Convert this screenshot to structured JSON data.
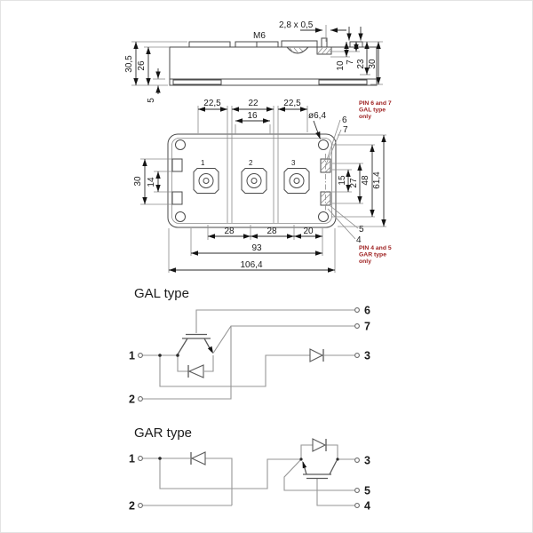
{
  "side_view": {
    "m6_label": "M6",
    "tab_dim": "2,8 x 0,5",
    "h305": "30,5",
    "h26": "26",
    "h5": "5",
    "r10": "10",
    "r7": "7",
    "r23": "23",
    "r30": "30"
  },
  "top_view": {
    "d225a": "22,5",
    "d22": "22",
    "d16": "16",
    "d225b": "22,5",
    "dia": "ø6,4",
    "c6": "6",
    "c7": "7",
    "c5": "5",
    "c4": "4",
    "terminals": [
      "1",
      "2",
      "3"
    ],
    "l30": "30",
    "l14": "14",
    "r15": "15",
    "r27": "27",
    "r48": "48",
    "r614": "61,4",
    "b28a": "28",
    "b28b": "28",
    "b20": "20",
    "b93": "93",
    "b1064": "106,4",
    "note_gal": [
      "PIN 6 and 7",
      "GAL type",
      "only"
    ],
    "note_gar": [
      "PIN 4 and 5",
      "GAR type",
      "only"
    ]
  },
  "gal_circuit": {
    "title": "GAL type",
    "p1": "1",
    "p2": "2",
    "p3": "3",
    "p6": "6",
    "p7": "7"
  },
  "gar_circuit": {
    "title": "GAR type",
    "p1": "1",
    "p2": "2",
    "p3": "3",
    "p4": "4",
    "p5": "5"
  }
}
